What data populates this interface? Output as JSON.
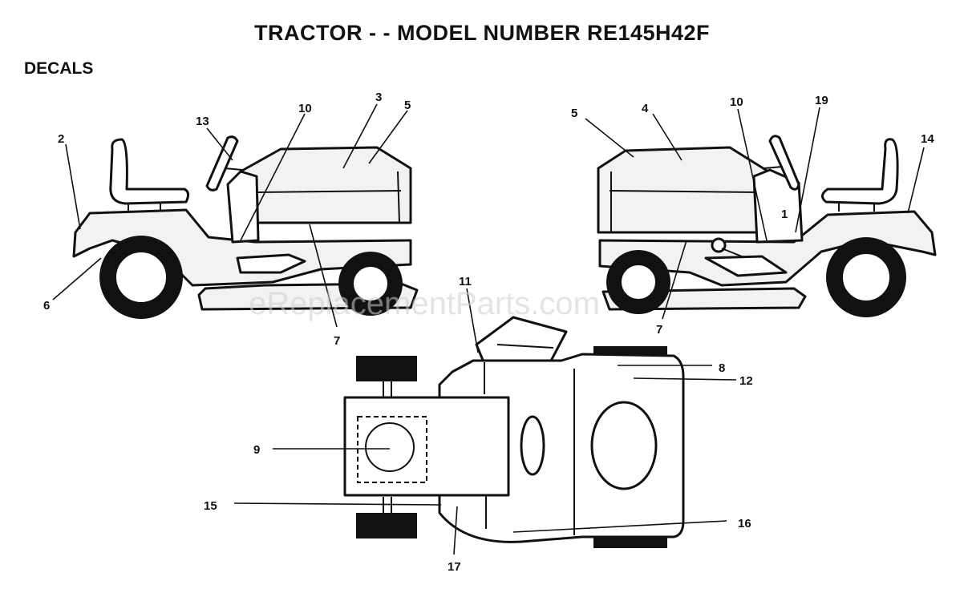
{
  "header": {
    "title": "TRACTOR - - MODEL NUMBER RE145H42F",
    "section": "DECALS"
  },
  "watermark": "eReplacementParts.com",
  "callouts": {
    "c2": "2",
    "c13": "13",
    "c10_left": "10",
    "c3": "3",
    "c5_left": "5",
    "c6": "6",
    "c7_left": "7",
    "c5_right": "5",
    "c4": "4",
    "c10_right": "10",
    "c19": "19",
    "c14": "14",
    "c1": "1",
    "c7_right": "7",
    "c11": "11",
    "c8": "8",
    "c12": "12",
    "c9": "9",
    "c15": "15",
    "c16": "16",
    "c17": "17"
  }
}
